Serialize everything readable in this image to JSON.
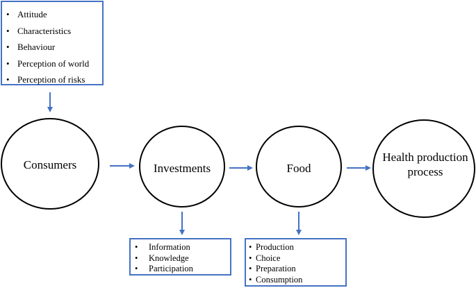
{
  "attributes_box": {
    "items": [
      "Attitude",
      "Characteristics",
      "Behaviour",
      "Perception of world",
      "Perception of risks"
    ]
  },
  "nodes": {
    "consumers": "Consumers",
    "investments": "Investments",
    "food": "Food",
    "health": "Health production process"
  },
  "investments_box": {
    "items": [
      "Information",
      "Knowledge",
      "Participation"
    ]
  },
  "food_box": {
    "items": [
      "Production",
      "Choice",
      "Preparation",
      "Consumption"
    ]
  },
  "colors": {
    "accent": "#4472C4",
    "outline": "#000000",
    "text": "#000000"
  }
}
